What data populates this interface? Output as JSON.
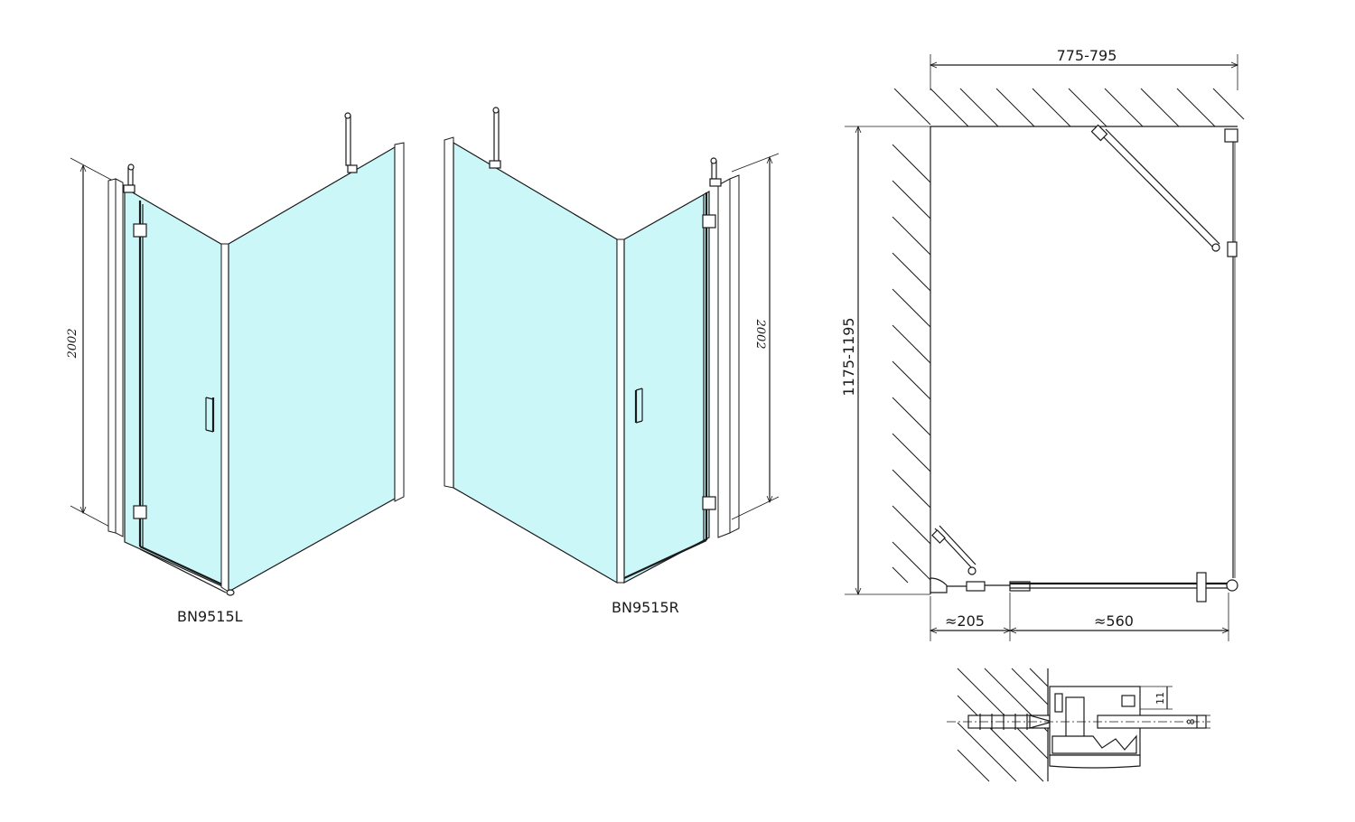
{
  "views": {
    "left_model": {
      "label": "BN9515L",
      "height_dim": "2002"
    },
    "right_model": {
      "label": "BN9515R",
      "height_dim": "2002"
    }
  },
  "plan": {
    "width_dim": "775-795",
    "depth_dim": "1175-1195",
    "fixed_part_dim": "≈205",
    "door_part_dim": "≈560"
  },
  "detail": {
    "dim_a": "11",
    "dim_b": "8"
  },
  "colors": {
    "glass": "#ccf7f9",
    "line": "#1a1a1a"
  }
}
